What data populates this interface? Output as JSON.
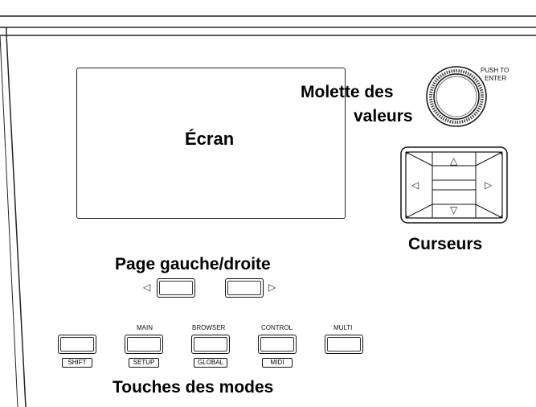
{
  "labels": {
    "screen": "Écran",
    "knob_line1": "Molette des",
    "knob_line2": "valeurs",
    "cursors": "Curseurs",
    "page_nav": "Page gauche/droite",
    "mode_keys": "Touches des modes"
  },
  "knob": {
    "push_line1": "PUSH TO",
    "push_line2": "ENTER"
  },
  "page_buttons": {
    "left_arrow": "◁",
    "right_arrow": "▷"
  },
  "mode_buttons": [
    {
      "top": "",
      "bottom": "SHIFT"
    },
    {
      "top": "MAIN",
      "bottom": "SETUP"
    },
    {
      "top": "BROWSER",
      "bottom": "GLOBAL"
    },
    {
      "top": "CONTROL",
      "bottom": "MIDI"
    },
    {
      "top": "MULTI",
      "bottom": ""
    }
  ],
  "cursor_arrows": {
    "up": "△",
    "down": "▽",
    "left": "◁",
    "right": "▷"
  }
}
